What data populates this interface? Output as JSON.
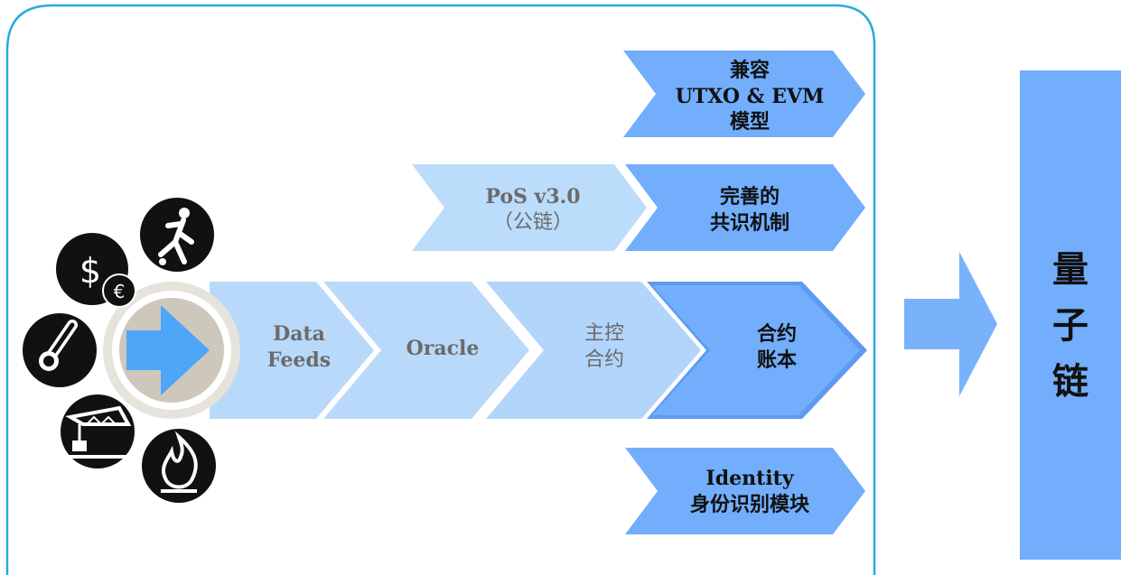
{
  "colors": {
    "frame": "#2aa9e0",
    "arrow_light": "#b9d9fb",
    "arrow_mid": "#a9cdfa",
    "arrow_strong": "#72aefc",
    "arrow_dark_edge": "#5e9bf0",
    "quantum_box": "#72aefc",
    "hub_ring": "#ddd9d0",
    "hub_inner": "#c9c4b6",
    "icon_bg": "#111111"
  },
  "top_arrow": {
    "line1": "兼容",
    "line2": "UTXO & EVM",
    "line3": "模型"
  },
  "pos_arrow": {
    "line1": "PoS v3.0",
    "line2": "（公链）"
  },
  "consensus_arrow": {
    "line1": "完善的",
    "line2": "共识机制"
  },
  "pipeline": {
    "data_feeds": {
      "line1": "Data",
      "line2": "Feeds"
    },
    "oracle": "Oracle",
    "master_contract": {
      "line1": "主控",
      "line2": "合约"
    },
    "contract_ledger": {
      "line1": "合约",
      "line2": "账本"
    }
  },
  "identity_arrow": {
    "line1": "Identity",
    "line2": "身份识别模块"
  },
  "result_box": {
    "char1": "量",
    "char2": "子",
    "char3": "链"
  },
  "icons": [
    "currency-icon",
    "football-player-icon",
    "thermometer-icon",
    "crane-icon",
    "fire-icon",
    "play-arrow-icon"
  ]
}
